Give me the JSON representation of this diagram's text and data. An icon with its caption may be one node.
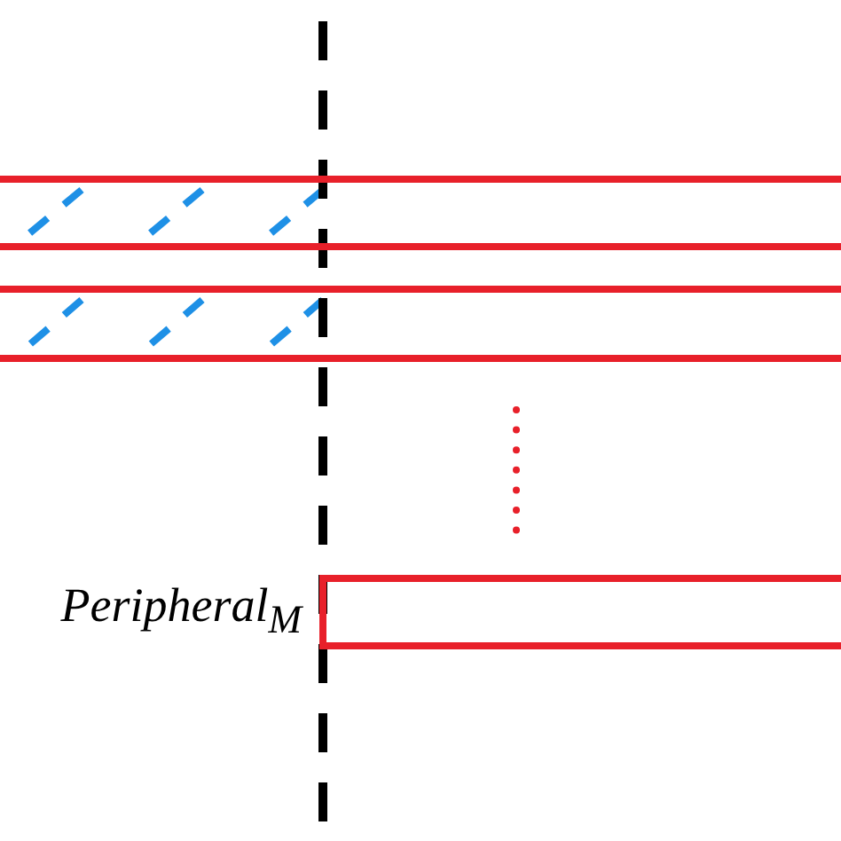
{
  "diagram": {
    "nodes": [
      {
        "text": [],
        "shape": "box"
      },
      {
        "text": [],
        "shape": "box"
      },
      {
        "text": [],
        "shape": "box",
        "beside": [
          "Peripheral$_{M}$"
        ]
      }
    ]
  }
}
